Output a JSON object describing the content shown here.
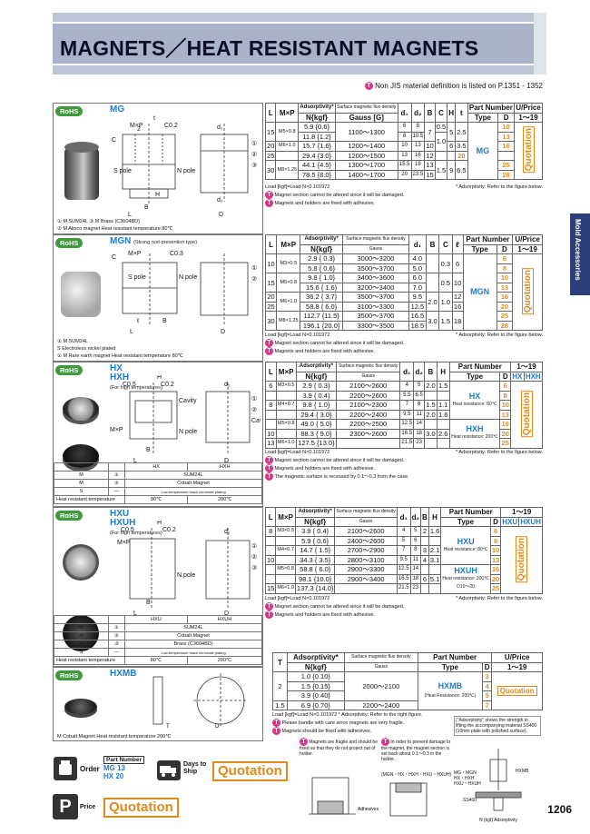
{
  "header": {
    "title": "MAGNETS／HEAT RESISTANT MAGNETS"
  },
  "top_note": "Non JIS material definition is listed on P.1351 - 1352",
  "side_tab": "Mold Accessories",
  "page_number": "1206",
  "common": {
    "rohs": "RoHS",
    "load_note": "Load [kgf]=Load N×0.101972",
    "adsorp_note": "* Adsorptivity: Refer to the figure below.",
    "note_magnet": "Magnet section cannot be altered since it will be damaged.",
    "note_adhesive": "Magnets and holders are fixed with adhesive.",
    "quotation": "Quotation",
    "hdr_L": "L",
    "hdr_MxP": "M×P",
    "hdr_adsorp": "Adsorptivity*",
    "hdr_N": "N{kgf}",
    "hdr_flux": "Surface magnetic flux density",
    "hdr_gauss": "Gauss [G]",
    "hdr_gauss_plain": "Gauss",
    "hdr_d1": "d₁",
    "hdr_d2": "d₂",
    "hdr_B": "B",
    "hdr_C": "C",
    "hdr_H": "H",
    "hdr_t": "t",
    "hdr_l": "ℓ",
    "hdr_partnum": "Part Number",
    "hdr_type": "Type",
    "hdr_D": "D",
    "hdr_uprice": "U/Price",
    "hdr_qty": "1～19",
    "hdr_T": "T"
  },
  "mg": {
    "title": "MG",
    "legend": [
      "① M SUM24L   ③ M Brass (C3604BD)",
      "② M Alnico magnet    Heat resistant temperature  80℃"
    ],
    "rows": [
      [
        "15",
        "M5×0.8",
        "5.9 {0.6}",
        "1100～1300",
        "6",
        "8",
        "7",
        "0.5",
        "5",
        "2.5",
        "10"
      ],
      [
        "",
        "",
        "11.8 {1.2}",
        "",
        "8",
        "10.5",
        "",
        "",
        "",
        "",
        "13"
      ],
      [
        "20",
        "M6×1.0",
        "15.7 {1.6}",
        "1200～1400",
        "10",
        "13",
        "10",
        "1.0",
        "6",
        "3.5",
        "16"
      ],
      [
        "25",
        "",
        "29.4 {3.0}",
        "1200～1500",
        "13",
        "16",
        "12",
        "",
        "",
        "",
        "20"
      ],
      [
        "30",
        "M8×1.25",
        "44.1 {4.5}",
        "1300～1700",
        "15.5",
        "18",
        "13",
        "1.5",
        "9",
        "6.5",
        "25"
      ],
      [
        "",
        "",
        "78.5 {8.0}",
        "1400～1700",
        "20",
        "23.5",
        "15",
        "",
        "",
        "",
        "28"
      ]
    ],
    "type": "MG"
  },
  "mgn": {
    "title": "MGN",
    "subtitle": "(Strong rust-prevention type)",
    "legend": [
      "① M SUM24L",
      "   S Electroless nickel plated",
      "② M Rare earth magnet   Heat resistant temperature  80℃"
    ],
    "rows": [
      [
        "10",
        "M3×0.5",
        "2.9 { 0.3}",
        "3000～3200",
        "4.0",
        "",
        "0.3",
        "6",
        "6"
      ],
      [
        "",
        "",
        "5.8 { 0.6}",
        "3500～3700",
        "5.0",
        "2.0",
        "",
        "",
        "8"
      ],
      [
        "15",
        "M5×0.8",
        "9.8 { 1.0}",
        "3400～3600",
        "6.0",
        "",
        "0.5",
        "10",
        "10"
      ],
      [
        "",
        "",
        "15.6 { 1.6}",
        "3200～3400",
        "7.0",
        "1.5",
        "",
        "",
        "13"
      ],
      [
        "20",
        "M6×1.0",
        "36.2 { 3.7}",
        "3500～3700",
        "9.5",
        "2.0",
        "1.0",
        "12",
        "16"
      ],
      [
        "25",
        "",
        "58.8 { 6.0}",
        "3100～3300",
        "12.5",
        "",
        "",
        "16",
        "20"
      ],
      [
        "30",
        "M8×1.25",
        "112.7 {11.5}",
        "3500～3700",
        "16.5",
        "3.0",
        "1.5",
        "18",
        "25"
      ],
      [
        "",
        "",
        "196.1 {20.0}",
        "3300～3500",
        "18.5",
        "",
        "",
        "",
        "28"
      ]
    ],
    "type": "MGN"
  },
  "hx": {
    "title": "HX",
    "title2": "HXH",
    "subtitle": "(For high temperatures)",
    "mat_hdr": [
      "",
      "",
      "HX",
      "HXH"
    ],
    "mat_rows": [
      [
        "M",
        "①",
        "SUM24L"
      ],
      [
        "M",
        "②",
        "Cobalt Magnet"
      ],
      [
        "S",
        "—",
        "Low-temperature black chromate plating"
      ],
      [
        "Heat resistant temperature",
        "",
        "80℃",
        "200℃"
      ]
    ],
    "rows": [
      [
        "6",
        "M3×0.5",
        "2.9 { 0.3}",
        "2100～2600",
        "4",
        "5",
        "2.0",
        "1.5",
        "6"
      ],
      [
        "",
        "",
        "3.9 { 0.4}",
        "2200～2600",
        "5.5",
        "6.5",
        "",
        "",
        "8"
      ],
      [
        "8",
        "M4×0.7",
        "9.8 { 1.0}",
        "2100～2300",
        "7",
        "8",
        "1.5",
        "1.1",
        "10"
      ],
      [
        "",
        "",
        "29.4 { 3.0}",
        "2200～2400",
        "9.5",
        "11",
        "2.0",
        "1.6",
        "13"
      ],
      [
        "",
        "M5×0.8",
        "49.0 { 5.0}",
        "2200～2500",
        "12.5",
        "14",
        "",
        "",
        "16"
      ],
      [
        "10",
        "",
        "88.3 { 9.0}",
        "2300～2600",
        "16.5",
        "18",
        "3.0",
        "2.6",
        "20"
      ],
      [
        "13",
        "M6×1.0",
        "127.5 {13.0}",
        "",
        "21.5",
        "23",
        "",
        "",
        "25"
      ]
    ],
    "types": [
      "HX",
      "Heat resistance: 80℃",
      "HXH",
      "Heat resistance: 200℃"
    ],
    "extra_note": "The magnetic surface is recessed by 0.1～0.3 from the case."
  },
  "hxu": {
    "title": "HXU",
    "title2": "HXUH",
    "subtitle": "(For high temperatures)",
    "mat_hdr": [
      "",
      "",
      "HXU",
      "HXUH"
    ],
    "mat_rows": [
      [
        "M",
        "①",
        "SUM24L"
      ],
      [
        "M",
        "②",
        "Cobalt Magnet"
      ],
      [
        "M",
        "③",
        "Brass (C3604BD)"
      ],
      [
        "S",
        "—",
        "Low-temperature black chromate plating"
      ],
      [
        "Heat resistant temperature",
        "",
        "80℃",
        "200℃"
      ]
    ],
    "rows": [
      [
        "8",
        "M3×0.5",
        "3.9 { 0.4}",
        "2100～2600",
        "4",
        "5",
        "2",
        "1.6",
        "6"
      ],
      [
        "",
        "",
        "5.9 { 0.6}",
        "2400～2600",
        "5",
        "6",
        "",
        "",
        "8"
      ],
      [
        "",
        "M4×0.7",
        "14.7 { 1.5}",
        "2700～2900",
        "7",
        "8",
        "3",
        "2.1",
        "10"
      ],
      [
        "10",
        "",
        "34.3 { 3.5}",
        "2800～3100",
        "9.5",
        "11",
        "4",
        "3.1",
        "13"
      ],
      [
        "",
        "M5×0.8",
        "58.8 { 6.0}",
        "2900～3300",
        "12.5",
        "14",
        "",
        "",
        "16"
      ],
      [
        "",
        "",
        "98.1 {10.0}",
        "2900～3400",
        "16.5",
        "18",
        "6",
        "5.1",
        "20"
      ],
      [
        "15",
        "M6×1.0",
        "137.3 {14.0}",
        "",
        "21.5",
        "23",
        "",
        "",
        "25"
      ]
    ],
    "types": [
      "HXU",
      "Heat resistance: 80℃",
      "HXUH",
      "Heat resistance: 200℃",
      "D10～20"
    ]
  },
  "hxmb": {
    "title": "HXMB",
    "legend": "M   Cobalt Magnet    Heat resistant temperature 200℃",
    "rows": [
      [
        "2",
        "1.0 {0.10}",
        "2000～2100",
        "3"
      ],
      [
        "",
        "1.5 {0.15}",
        "",
        "4"
      ],
      [
        "",
        "3.9 {0.40}",
        "",
        "5"
      ],
      [
        "1.5",
        "6.9 {0.70}",
        "2200～2400",
        "7"
      ]
    ],
    "type": "HXMB",
    "type_sub": "(Heat Resistance: 200℃)",
    "adsorp_note": "* Adsorptivity: Refer to the right figure.",
    "notes": [
      "Please handle with care since magnets are very fragile.",
      "Magnets should be fixed with adhesives."
    ],
    "note_a": "Magnets are fragile and should be fixed so that they do not project out of holder.",
    "note_b": "In order to prevent damage to the magnet, the magnet section is set back about 0.1～0.3 in the holder.",
    "fig_caption": "(\"Adsorptivity\" shows the strength in lifting the accompanying material SS400 (10mm plate with polished surface).",
    "fig_labels": [
      "MG・MGN",
      "HX・HXH",
      "HXU・HXUH",
      "HXMB",
      "SS400",
      "N {kgf} Adsorptivity"
    ],
    "adhesives": "Adhesives",
    "series_label": "(MGN・HX・HXH・HXU・HXUH)"
  },
  "order": {
    "label": "Order",
    "pn_label": "Part Number",
    "ex1": "MG   13",
    "ex2": "HX   20",
    "days_label": "Days to Ship",
    "quote": "Quotation"
  },
  "price": {
    "label": "Price",
    "quote": "Quotation"
  }
}
